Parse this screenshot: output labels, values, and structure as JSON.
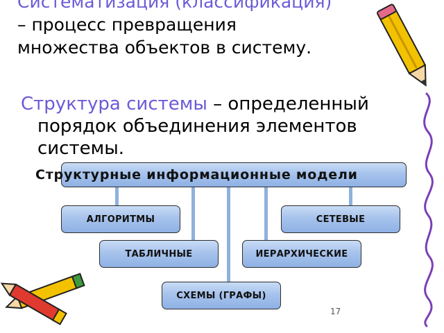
{
  "intro": {
    "term": "Систематизация (классификация)",
    "rest": " – процесс превращения множества объектов в систему."
  },
  "structure": {
    "term": "Структура системы",
    "rest_line1": " – определенный",
    "line2": "порядок объединения элементов",
    "line3": "системы."
  },
  "diagram": {
    "root": "Структурные информационные модели",
    "children": [
      "АЛГОРИТМЫ",
      "СЕТЕВЫЕ",
      "ТАБЛИЧНЫЕ",
      "ИЕРАРХИЧЕСКИЕ",
      "СХЕМЫ (ГРАФЫ)"
    ]
  },
  "page_number": "17",
  "colors": {
    "accent": "#6b5bd6",
    "box_fill": "#a7c3ec",
    "connector": "#8fb1dd"
  },
  "icons": [
    "pencil-icon",
    "pencil-icon",
    "pencil-icon"
  ]
}
